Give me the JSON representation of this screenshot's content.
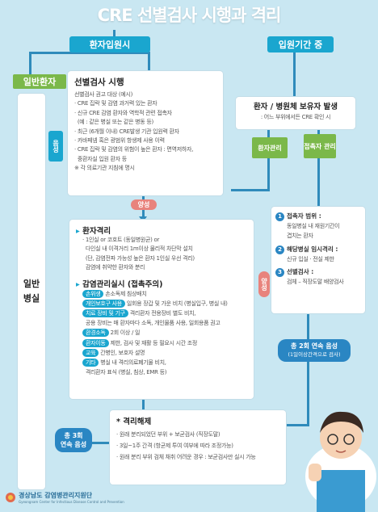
{
  "title": "CRE 선별검사 시행과 격리",
  "top_left_pill": "환자입원시",
  "top_right_pill": "입원기간 중",
  "general_patient": "일반환자",
  "general_ward": "일반 병실",
  "negative_label": "음성",
  "screening": {
    "heading": "선별검사 시행",
    "subtitle": "선별검사 권고 대상 (예시)",
    "items": [
      "CRE 집락 및 감염 과거력 있는 환자",
      "신규 CRE 감염 환자와 역학적 관련 접촉자",
      "(예 : 같은 병실 또는 같은 병동 등)",
      "최근 (6개월 이내) CRE발생 기관 입원력 환자",
      "카바페넴 혹은 광범위 항생제 사용 이력",
      "CRE 집락 및 감염의 위험이 높은 환자 : 면역저하자,",
      "중환자실 입원 환자 등",
      "※ 각 의료기관 지침에 명시"
    ]
  },
  "positive_label": "양성",
  "carrier": {
    "heading": "환자 / 병원체 보유자 발생",
    "sub": ": 어느 부위에서든 CRE 확인 시",
    "left": "환자관리",
    "right": "접촉자 관리"
  },
  "isolation": {
    "heading": "환자격리",
    "lines": [
      "1인실 or 코호트 (동일병원균) or",
      "다인실 내 이격거리 1m이상 물리적 차단막 설치",
      "(단, 감염전파 가능성 높은 환자 1인실 우선 격리)",
      "감염에 취약한 환자와 분리"
    ]
  },
  "infection": {
    "heading": "감염관리실시 (접촉주의)",
    "rows": [
      {
        "badge": "손위생",
        "text": "손소독제 침상배치"
      },
      {
        "badge": "개인보호구 사용",
        "text": "일회용 장갑 및 가운 비치 (병실입구, 병실 내)"
      },
      {
        "badge": "치료 장비 및 기구",
        "text": "격리환자 전용장비 별도 비치,"
      },
      {
        "badge": "",
        "text": "공용 장비는 매 환자마다 소독, 개인물품 사용, 일회용품 권고"
      },
      {
        "badge": "환경소독",
        "text": "2회 이상 / 일"
      },
      {
        "badge": "환자이동",
        "text": "제한, 검사 및 재활 등 필요시 시간 조정"
      },
      {
        "badge": "교육",
        "text": "간병인, 보호자 설명"
      },
      {
        "badge": "기타",
        "text": "병실 내 격리의료폐기물 비치,"
      },
      {
        "badge": "",
        "text": "격리환자 표식 (병실, 침상, EMR 등)"
      }
    ]
  },
  "contact": {
    "items": [
      {
        "num": "1",
        "head": "접촉자 범위 :",
        "lines": [
          "동일병실 내 재원기간이",
          "겹치는 환자"
        ]
      },
      {
        "num": "2",
        "head": "해당병실 임시격리 :",
        "lines": [
          "신규 입실 · 전실 제한"
        ]
      },
      {
        "num": "3",
        "head": "선별검사 :",
        "lines": [
          "검체 – 직장도말 배양검사"
        ]
      }
    ]
  },
  "bubble_right": [
    "총 2회 연속 음성",
    "(1일이상간격으로 검사)"
  ],
  "bubble_left": [
    "총 3회",
    "연속 음성"
  ],
  "release": {
    "heading": "* 격리해제",
    "items": [
      "원래 분리되었던 부위 + 보균검사 (직장도말)",
      "3일~1주 간격 (항균제 투여 여부에 따라 조정가능)",
      "원래 분리 부위 검체 채취 어려운 경우 : 보균검사만 실시 가능"
    ]
  },
  "footer": {
    "org": "경상남도 감염병관리지원단",
    "org_en": "Gyeongnam Center for Infectious Disease Control and Prevention"
  },
  "colors": {
    "background": "#c9e7f2",
    "pill": "#1aa6cf",
    "green": "#7bb84a",
    "red": "#e8837d",
    "blue": "#2a86c3"
  }
}
